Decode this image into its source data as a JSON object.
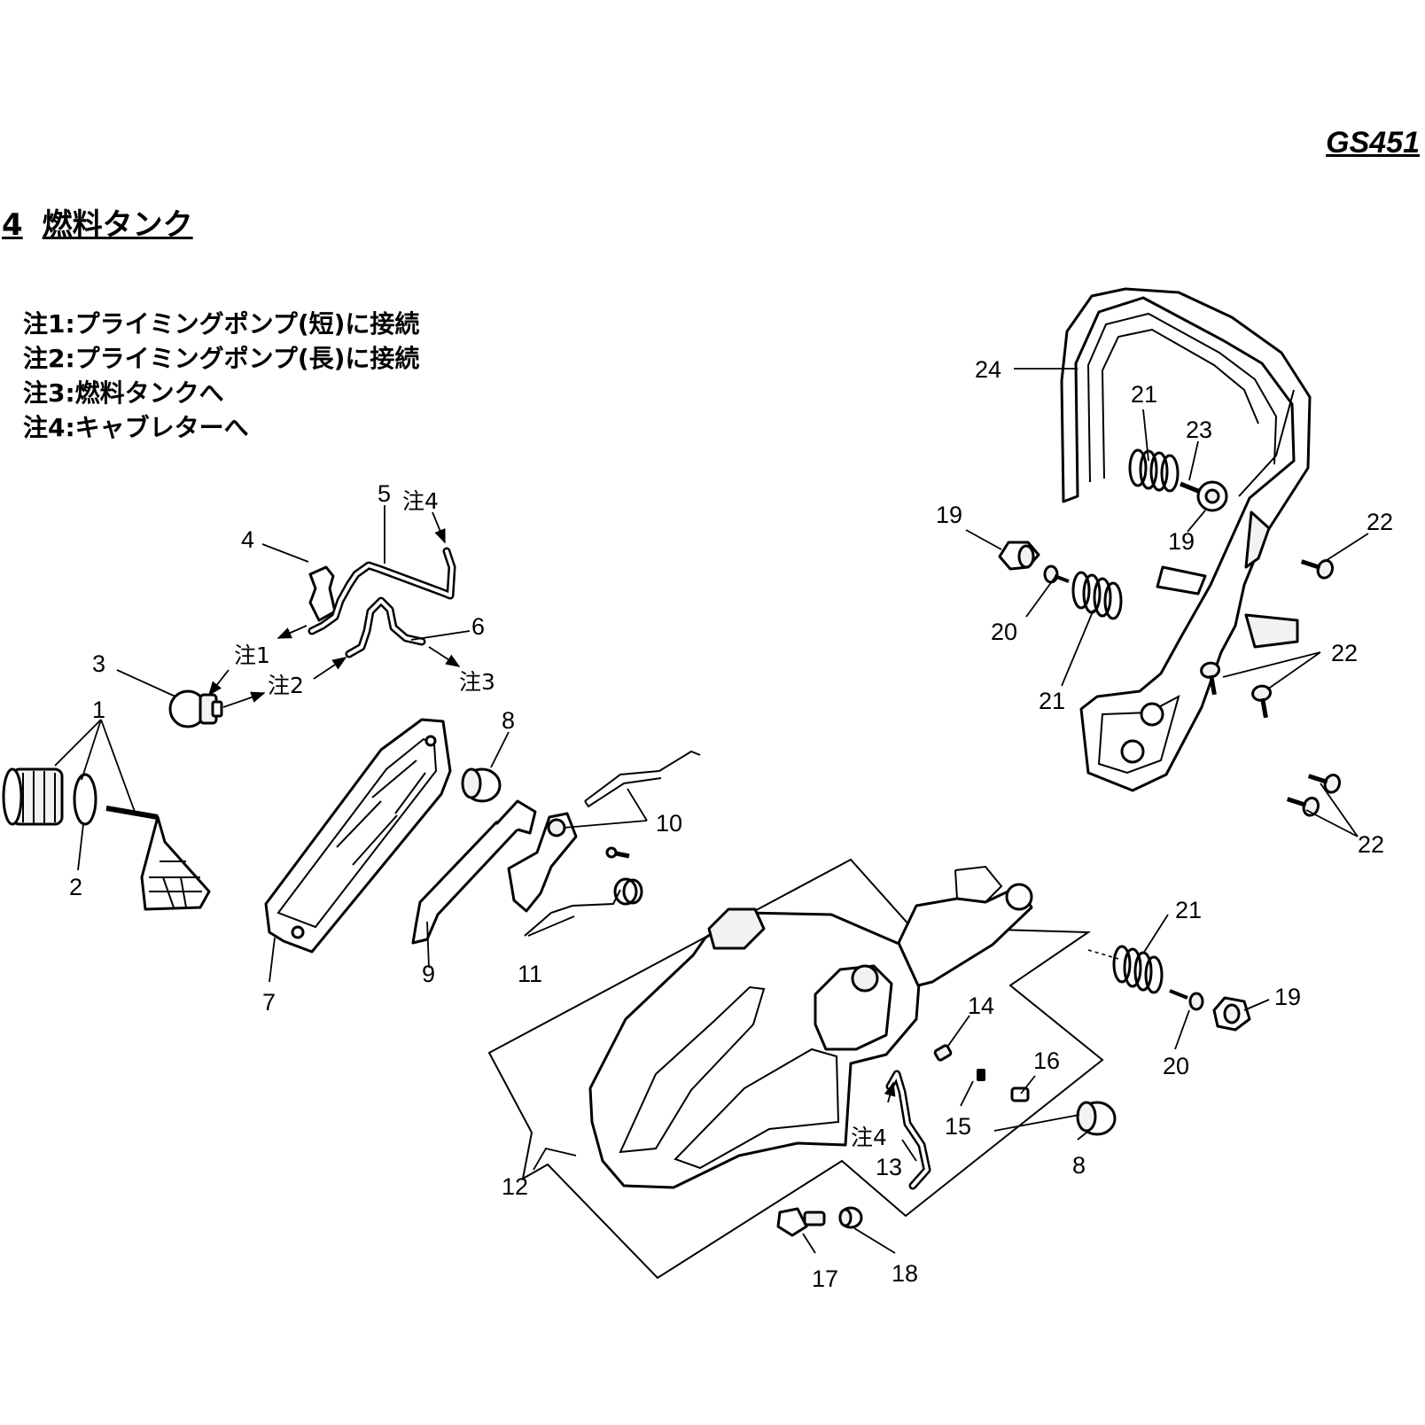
{
  "model": "GS451",
  "section": {
    "number": "4",
    "title": "燃料タンク"
  },
  "notes": [
    "注1:プライミングポンプ(短)に接続",
    "注2:プライミングポンプ(長)に接続",
    "注3:燃料タンクへ",
    "注4:キャブレターへ"
  ],
  "callouts": {
    "c1": "1",
    "c2": "2",
    "c3": "3",
    "c4": "4",
    "c5": "5",
    "c6": "6",
    "c7": "7",
    "c8a": "8",
    "c8b": "8",
    "c9": "9",
    "c10": "10",
    "c11": "11",
    "c12": "12",
    "c13": "13",
    "c14": "14",
    "c15": "15",
    "c16": "16",
    "c17": "17",
    "c18": "18",
    "c19a": "19",
    "c19b": "19",
    "c19c": "19",
    "c20a": "20",
    "c20b": "20",
    "c21a": "21",
    "c21b": "21",
    "c21c": "21",
    "c22a": "22",
    "c22b": "22",
    "c22c": "22",
    "c23": "23",
    "c24": "24"
  },
  "note_callouts": {
    "n1": "注1",
    "n2": "注2",
    "n3": "注3",
    "n4a": "注4",
    "n4b": "注4"
  }
}
